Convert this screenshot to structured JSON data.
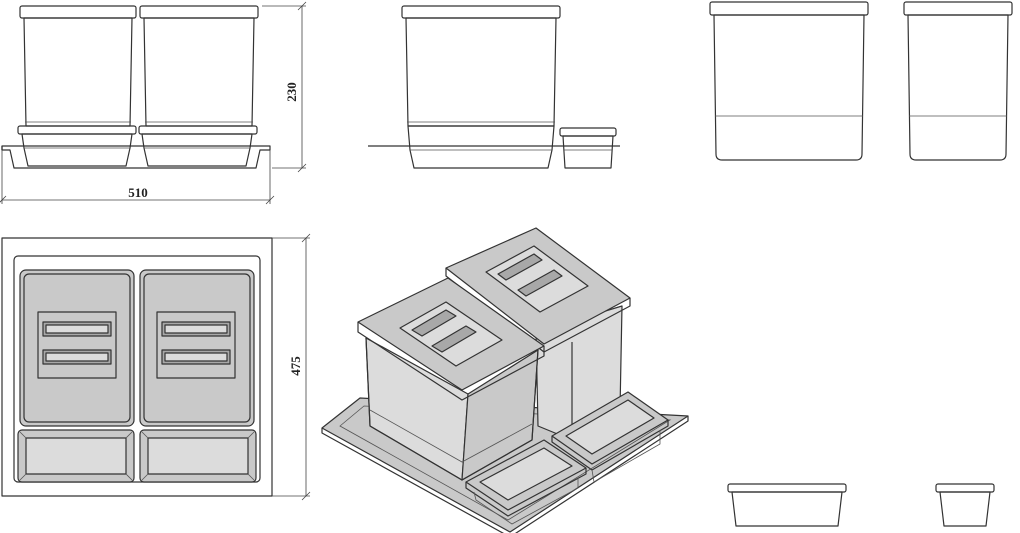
{
  "colors": {
    "stroke": "#333333",
    "fill": "#c9c9c9",
    "fill_light": "#dcdcdc",
    "fill_dark": "#a8a8a8"
  },
  "dimensions": {
    "height": "230",
    "width": "510",
    "depth": "475"
  }
}
